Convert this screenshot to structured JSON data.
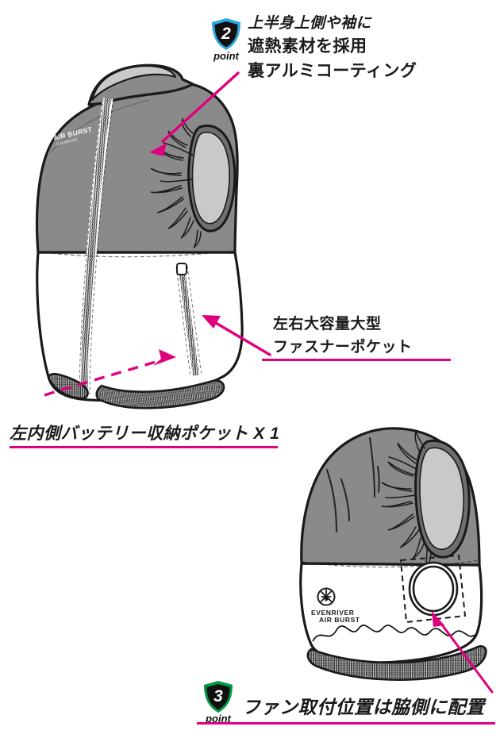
{
  "page": {
    "title": "EVENRIVER AIR BURST ベスト 機能説明図",
    "background": "#ffffff",
    "accent_magenta": "#e0007f",
    "accent_cyan": "#29a9e1",
    "accent_green": "#009944",
    "fabric_gray": "#8a8a8a",
    "fabric_gray_dark": "#6f6f6f",
    "fabric_light": "#c9c9c9",
    "fabric_white": "#ffffff",
    "ink": "#1a1a1a"
  },
  "callouts": {
    "point2": {
      "badge_number": "2",
      "badge_label": "point",
      "badge_color": "#29a9e1",
      "lines": [
        "上半身上側や袖に",
        "遮熱素材を採用",
        "裏アルミコーティング"
      ]
    },
    "pocket": {
      "lines": [
        "左右大容量大型",
        "ファスナーポケット"
      ]
    },
    "battery": {
      "lines": [
        "左内側バッテリー収納ポケット X 1"
      ]
    },
    "point3": {
      "badge_number": "3",
      "badge_label": "point",
      "badge_color": "#009944",
      "lines": [
        "ファン取付位置は脇側に配置"
      ]
    }
  },
  "garment_front": {
    "brand_chest_label": "AIR BURST",
    "parts": [
      "collar",
      "front-zipper",
      "armhole",
      "gray-upper-panel",
      "white-lower-panel",
      "vertical-zip-pocket",
      "ribbed-hem"
    ]
  },
  "garment_back": {
    "brand_logo_line1": "EVENRIVER",
    "brand_logo_line2": "AIR BURST",
    "parts": [
      "gray-upper-panel",
      "white-lower-panel",
      "armhole",
      "fan-mount-area",
      "fan-opening",
      "ribbed-hem"
    ]
  }
}
